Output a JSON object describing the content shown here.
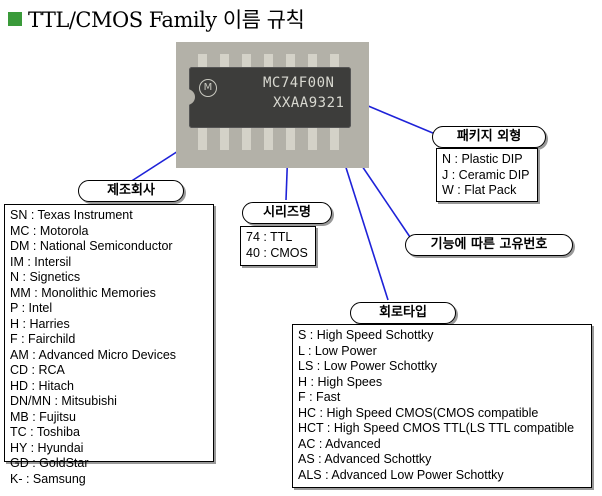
{
  "title": "TTL/CMOS Family 이름 규칙",
  "chip": {
    "line1": "MC74F00N",
    "line2": "XXAA9321",
    "logo": "M"
  },
  "labels": {
    "manufacturer": "제조회사",
    "series": "시리즈명",
    "package": "패키지 외형",
    "function": "기능에 따른 고유번호",
    "circuit": "회로타입"
  },
  "manufacturers": [
    "SN : Texas Instrument",
    "MC : Motorola",
    "DM : National Semiconductor",
    "IM : Intersil",
    "N : Signetics",
    "MM : Monolithic Memories",
    "P : Intel",
    "H : Harries",
    "F : Fairchild",
    "AM : Advanced Micro Devices",
    "CD : RCA",
    "HD : Hitach",
    "DN/MN : Mitsubishi",
    "MB : Fujitsu",
    "TC : Toshiba",
    "HY : Hyundai",
    "GD : GoldStar",
    "K- : Samsung"
  ],
  "series": [
    "74 : TTL",
    "40 : CMOS"
  ],
  "packages": [
    "N : Plastic DIP",
    "J : Ceramic DIP",
    "W : Flat Pack"
  ],
  "circuits": [
    "S : High Speed Schottky",
    "L : Low Power",
    "LS : Low Power Schottky",
    "H : High Spees",
    "F : Fast",
    "HC : High Speed CMOS(CMOS compatible",
    "HCT : High Speed CMOS TTL(LS TTL compatible",
    "AC : Advanced",
    "AS : Advanced Schottky",
    "ALS : Advanced Low Power Schottky"
  ],
  "colors": {
    "connector": "#1e22d8",
    "underline": "#e8b020",
    "title_square": "#3a9a3a"
  }
}
